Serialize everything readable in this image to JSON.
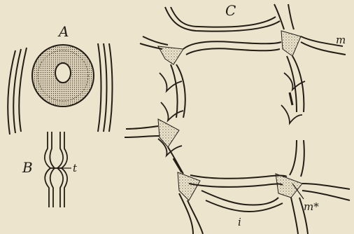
{
  "labels": {
    "a": "A",
    "b": "B",
    "c": "C",
    "t": "t",
    "m": "m",
    "m_star": "m*",
    "i": "i"
  },
  "colors": {
    "paper": "#ece4cd",
    "ink": "#231d16",
    "stipple": "#6f6656"
  }
}
